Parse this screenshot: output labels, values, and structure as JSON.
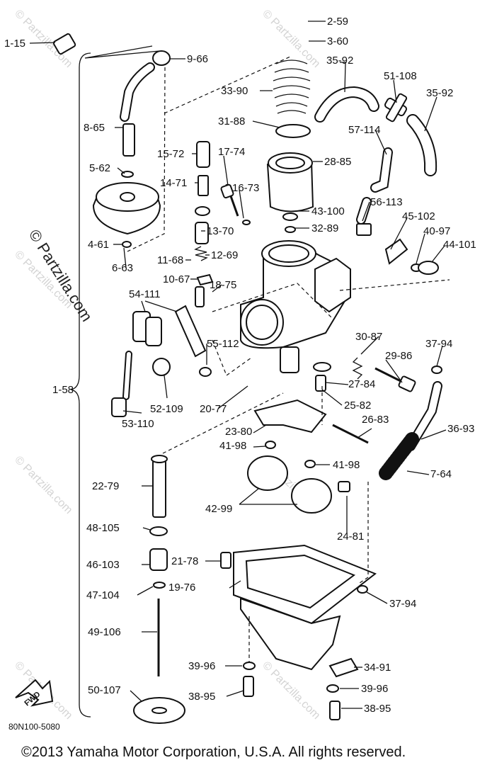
{
  "watermark": {
    "side_text": "© Partzilla.com",
    "tile_text": "© Partzilla.com"
  },
  "diagram_code": "80N100-5080",
  "fwd_badge": "FWD",
  "assembly_label": "1-58",
  "copyright": "©2013  Yamaha Motor Corporation, U.S.A. All rights reserved.",
  "callouts": [
    {
      "id": "c2-59",
      "text": "2-59"
    },
    {
      "id": "c3-60",
      "text": "3-60"
    },
    {
      "id": "c1-15",
      "text": "1-15"
    },
    {
      "id": "c9-66",
      "text": "9-66"
    },
    {
      "id": "c35-92a",
      "text": "35-92"
    },
    {
      "id": "c51-108",
      "text": "51-108"
    },
    {
      "id": "c35-92b",
      "text": "35-92"
    },
    {
      "id": "c33-90",
      "text": "33-90"
    },
    {
      "id": "c8-65",
      "text": "8-65"
    },
    {
      "id": "c31-88",
      "text": "31-88"
    },
    {
      "id": "c57-114",
      "text": "57-114"
    },
    {
      "id": "c15-72",
      "text": "15-72"
    },
    {
      "id": "c17-74",
      "text": "17-74"
    },
    {
      "id": "c28-85",
      "text": "28-85"
    },
    {
      "id": "c5-62",
      "text": "5-62"
    },
    {
      "id": "c14-71",
      "text": "14-71"
    },
    {
      "id": "c16-73",
      "text": "16-73"
    },
    {
      "id": "c56-113",
      "text": "56-113"
    },
    {
      "id": "c43-100",
      "text": "43-100"
    },
    {
      "id": "c45-102",
      "text": "45-102"
    },
    {
      "id": "c32-89",
      "text": "32-89"
    },
    {
      "id": "c40-97",
      "text": "40-97"
    },
    {
      "id": "c13-70",
      "text": "13-70"
    },
    {
      "id": "c44-101",
      "text": "44-101"
    },
    {
      "id": "c4-61",
      "text": "4-61"
    },
    {
      "id": "c6-63",
      "text": "6-63"
    },
    {
      "id": "c12-69",
      "text": "12-69"
    },
    {
      "id": "c11-68",
      "text": "11-68"
    },
    {
      "id": "c10-67",
      "text": "10-67"
    },
    {
      "id": "c18-75",
      "text": "18-75"
    },
    {
      "id": "c54-111",
      "text": "54-111"
    },
    {
      "id": "c30-87",
      "text": "30-87"
    },
    {
      "id": "c37-94a",
      "text": "37-94"
    },
    {
      "id": "c55-112",
      "text": "55-112"
    },
    {
      "id": "c29-86",
      "text": "29-86"
    },
    {
      "id": "c27-84",
      "text": "27-84"
    },
    {
      "id": "c25-82",
      "text": "25-82"
    },
    {
      "id": "c52-109",
      "text": "52-109"
    },
    {
      "id": "c20-77",
      "text": "20-77"
    },
    {
      "id": "c53-110",
      "text": "53-110"
    },
    {
      "id": "c26-83",
      "text": "26-83"
    },
    {
      "id": "c36-93",
      "text": "36-93"
    },
    {
      "id": "c23-80",
      "text": "23-80"
    },
    {
      "id": "c41-98a",
      "text": "41-98"
    },
    {
      "id": "c41-98b",
      "text": "41-98"
    },
    {
      "id": "c7-64",
      "text": "7-64"
    },
    {
      "id": "c22-79",
      "text": "22-79"
    },
    {
      "id": "c42-99",
      "text": "42-99"
    },
    {
      "id": "c48-105",
      "text": "48-105"
    },
    {
      "id": "c24-81",
      "text": "24-81"
    },
    {
      "id": "c46-103",
      "text": "46-103"
    },
    {
      "id": "c21-78",
      "text": "21-78"
    },
    {
      "id": "c19-76",
      "text": "19-76"
    },
    {
      "id": "c47-104",
      "text": "47-104"
    },
    {
      "id": "c37-94b",
      "text": "37-94"
    },
    {
      "id": "c49-106",
      "text": "49-106"
    },
    {
      "id": "c39-96a",
      "text": "39-96"
    },
    {
      "id": "c34-91",
      "text": "34-91"
    },
    {
      "id": "c39-96b",
      "text": "39-96"
    },
    {
      "id": "c50-107",
      "text": "50-107"
    },
    {
      "id": "c38-95a",
      "text": "38-95"
    },
    {
      "id": "c38-95b",
      "text": "38-95"
    }
  ]
}
